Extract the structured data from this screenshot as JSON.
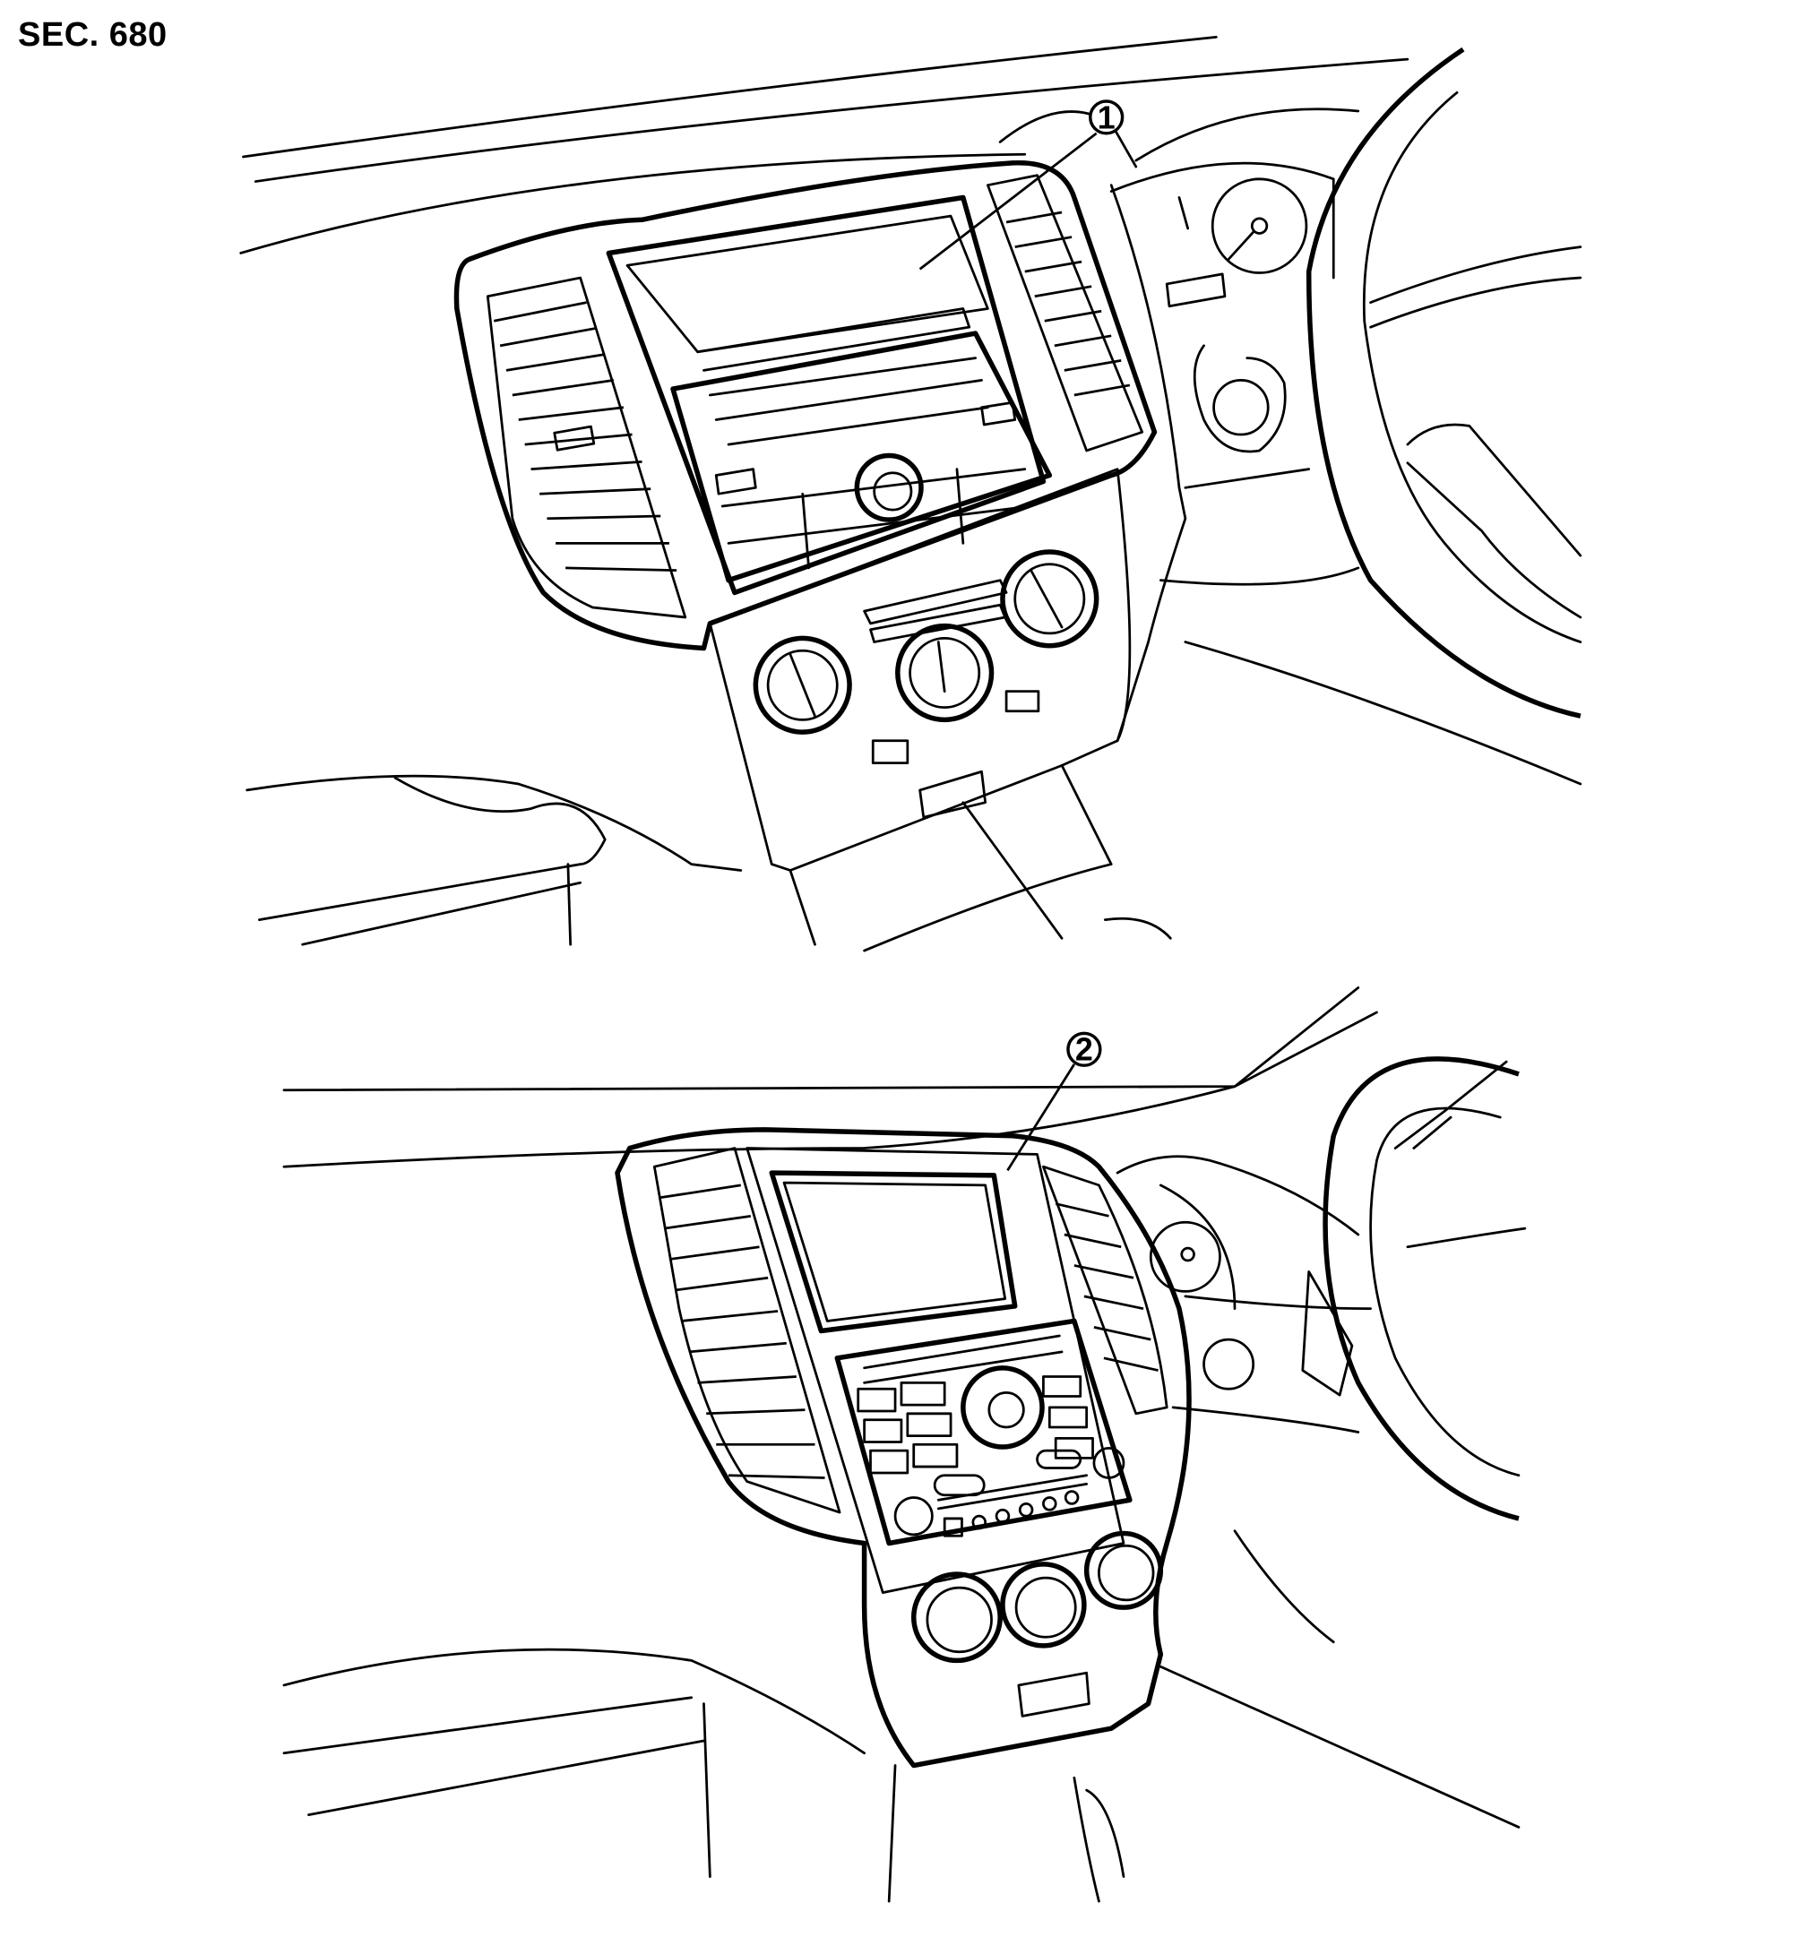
{
  "header": {
    "section": "SEC. 680"
  },
  "figures": [
    {
      "callout": "1"
    },
    {
      "callout": "2"
    }
  ],
  "colors": {
    "ink": "#000000",
    "background": "#ffffff"
  }
}
